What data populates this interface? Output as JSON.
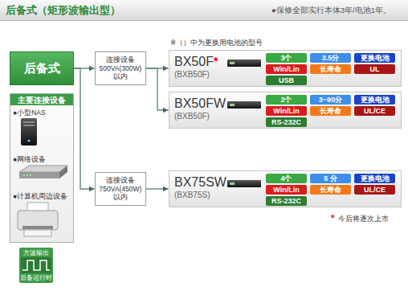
{
  "diagram": {
    "title": "后备式（矩形波输出型）",
    "nodes": [
      {
        "text": [
          "后备式"
        ]
      },
      {
        "text": [
          "主要连接设备",
          "●小型NAS",
          "●网络设备",
          "●计算机周边设备"
        ]
      },
      {
        "text": [
          "连接设备 500VA(300W) 以内"
        ]
      },
      {
        "text": [
          "连接设备 750VA(450W) 以内"
        ]
      },
      {
        "text": [
          "BX50F",
          "*",
          "(BXB50F)"
        ]
      },
      {
        "text": [
          "3个"
        ],
        "in": 4
      },
      {
        "text": [
          "3.5分"
        ],
        "in": 4
      },
      {
        "text": [
          "更换电池"
        ],
        "in": 4
      },
      {
        "text": [
          "Win/Lin"
        ],
        "in": 4
      },
      {
        "text": [
          "长寿命"
        ],
        "in": 4
      },
      {
        "text": [
          "UL"
        ],
        "in": 4
      },
      {
        "text": [
          "USB"
        ],
        "in": 4
      },
      {
        "text": [
          "BX50FW",
          "(BXB50F)"
        ]
      },
      {
        "text": [
          "2个"
        ],
        "in": 12
      },
      {
        "text": [
          "3~90分"
        ],
        "in": 12
      },
      {
        "text": [
          "更换电池"
        ],
        "in": 12
      },
      {
        "text": [
          "Win/Lin"
        ],
        "in": 12
      },
      {
        "text": [
          "长寿命"
        ],
        "in": 12
      },
      {
        "text": [
          "UL/CE"
        ],
        "in": 12
      },
      {
        "text": [
          "RS-232C"
        ],
        "in": 12
      },
      {
        "text": [
          "BX75SW",
          "(BXB75S)"
        ]
      },
      {
        "text": [
          "4个"
        ],
        "in": 20
      },
      {
        "text": [
          "5 分"
        ],
        "in": 20
      },
      {
        "text": [
          "更换电池"
        ],
        "in": 20
      },
      {
        "text": [
          "Win/Lin"
        ],
        "in": 20
      },
      {
        "text": [
          "长寿命"
        ],
        "in": 20
      },
      {
        "text": [
          "UL/CE"
        ],
        "in": 20
      },
      {
        "text": [
          "RS-232C"
        ],
        "in": 20
      },
      {
        "text": [
          "方波输出",
          "后备运行时"
        ]
      }
    ],
    "edges": [
      {
        "from": 0,
        "to": 2,
        "arrow": "to"
      },
      {
        "from": 0,
        "to": 3,
        "arrow": "to"
      },
      {
        "from": 2,
        "to": 4,
        "arrow": "to"
      },
      {
        "from": 2,
        "to": 12,
        "arrow": "to"
      },
      {
        "from": 3,
        "to": 20,
        "arrow": "to"
      }
    ],
    "labels": [
      "●保修全部实行本体3年/电池1年。",
      "※（）中为更换用电池的型号",
      "*",
      "今后将逐次上市"
    ]
  }
}
